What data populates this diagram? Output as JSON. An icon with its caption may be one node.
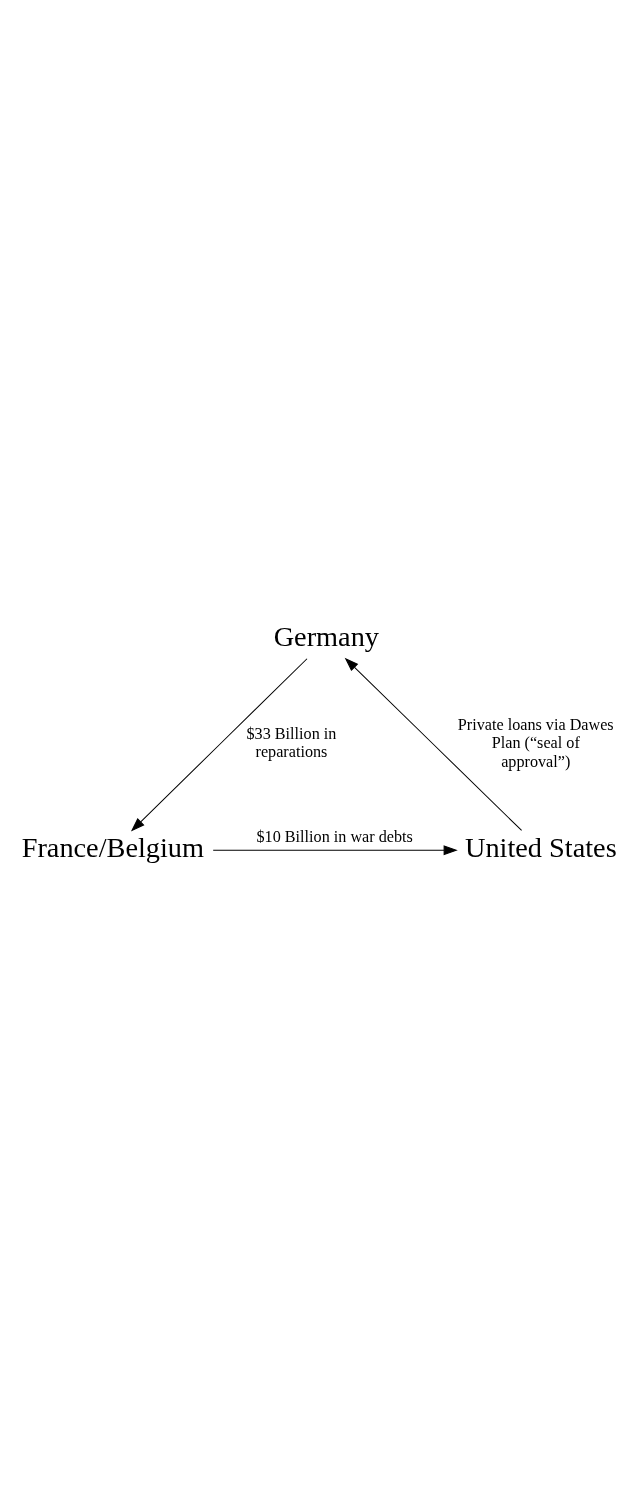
{
  "diagram": {
    "nodes": [
      {
        "text": [
          "Germany"
        ]
      },
      {
        "text": [
          "France/Belgium"
        ]
      },
      {
        "text": [
          "United States"
        ]
      }
    ],
    "edges": [
      {
        "from": 0,
        "to": 1,
        "arrow": "to",
        "label": "$33 Billion in reparations"
      },
      {
        "from": 1,
        "to": 2,
        "arrow": "to",
        "label": "$10 Billion in war debts"
      },
      {
        "from": 2,
        "to": 0,
        "arrow": "to",
        "label": "Private loans via Dawes Plan (“seal of approval”)"
      }
    ]
  }
}
